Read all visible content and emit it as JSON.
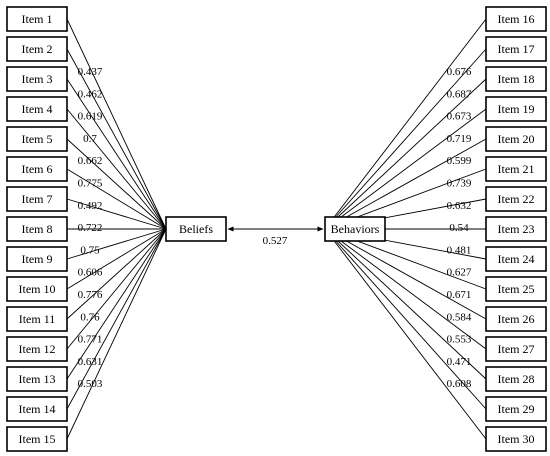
{
  "latent_left": {
    "label": "Beliefs"
  },
  "latent_right": {
    "label": "Behaviors"
  },
  "correlation": "0.527",
  "left_items": [
    {
      "label": "Item 1",
      "loading": "0.437"
    },
    {
      "label": "Item 2",
      "loading": "0.462"
    },
    {
      "label": "Item 3",
      "loading": "0.619"
    },
    {
      "label": "Item 4",
      "loading": "0.7"
    },
    {
      "label": "Item 5",
      "loading": "0.662"
    },
    {
      "label": "Item 6",
      "loading": "0.775"
    },
    {
      "label": "Item 7",
      "loading": "0.492"
    },
    {
      "label": "Item 8",
      "loading": "0.722"
    },
    {
      "label": "Item 9",
      "loading": "0.75"
    },
    {
      "label": "Item 10",
      "loading": "0.606"
    },
    {
      "label": "Item 11",
      "loading": "0.776"
    },
    {
      "label": "Item 12",
      "loading": "0.76"
    },
    {
      "label": "Item 13",
      "loading": "0.771"
    },
    {
      "label": "Item 14",
      "loading": "0.631"
    },
    {
      "label": "Item 15",
      "loading": "0.503"
    }
  ],
  "right_items": [
    {
      "label": "Item 16",
      "loading": "0.676"
    },
    {
      "label": "Item 17",
      "loading": "0.687"
    },
    {
      "label": "Item 18",
      "loading": "0.673"
    },
    {
      "label": "Item 19",
      "loading": "0.719"
    },
    {
      "label": "Item 20",
      "loading": "0.599"
    },
    {
      "label": "Item 21",
      "loading": "0.739"
    },
    {
      "label": "Item 22",
      "loading": "0.632"
    },
    {
      "label": "Item 23",
      "loading": "0.54"
    },
    {
      "label": "Item 24",
      "loading": "0.481"
    },
    {
      "label": "Item 25",
      "loading": "0.627"
    },
    {
      "label": "Item 26",
      "loading": "0.671"
    },
    {
      "label": "Item 27",
      "loading": "0.584"
    },
    {
      "label": "Item 28",
      "loading": "0.553"
    },
    {
      "label": "Item 29",
      "loading": "0.471"
    },
    {
      "label": "Item 30",
      "loading": "0.608"
    }
  ]
}
